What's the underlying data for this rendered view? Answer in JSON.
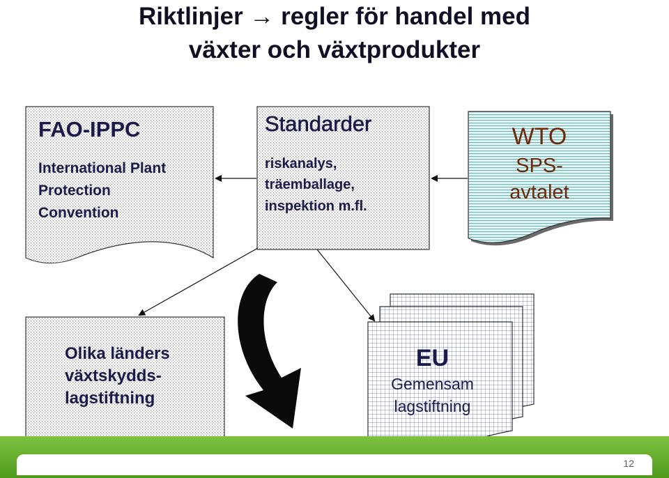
{
  "title": {
    "line1": "Riktlinjer → regler för handel med",
    "line2": "växter och växtprodukter"
  },
  "nodes": {
    "fao": {
      "heading": "FAO-IPPC",
      "line1": "International Plant",
      "line2": "Protection",
      "line3": "Convention"
    },
    "standards": {
      "heading": "Standarder",
      "line1": "riskanalys,",
      "line2": "träemballage,",
      "line3": "inspektion m.fl."
    },
    "wto": {
      "heading": "WTO",
      "line1": "SPS-",
      "line2": "avtalet"
    },
    "national": {
      "line1": "Olika länders",
      "line2": "växtskydds-",
      "line3": "lagstiftning"
    },
    "eu": {
      "heading": "EU",
      "line1": "Gemensam",
      "line2": "lagstiftning"
    }
  },
  "colors": {
    "text_dark_blue": "#1a1a4d",
    "wto_brown": "#6b2a0a",
    "wto_fill": "#dff2f2",
    "footer_green": "#5ea828"
  },
  "page_number": "12"
}
